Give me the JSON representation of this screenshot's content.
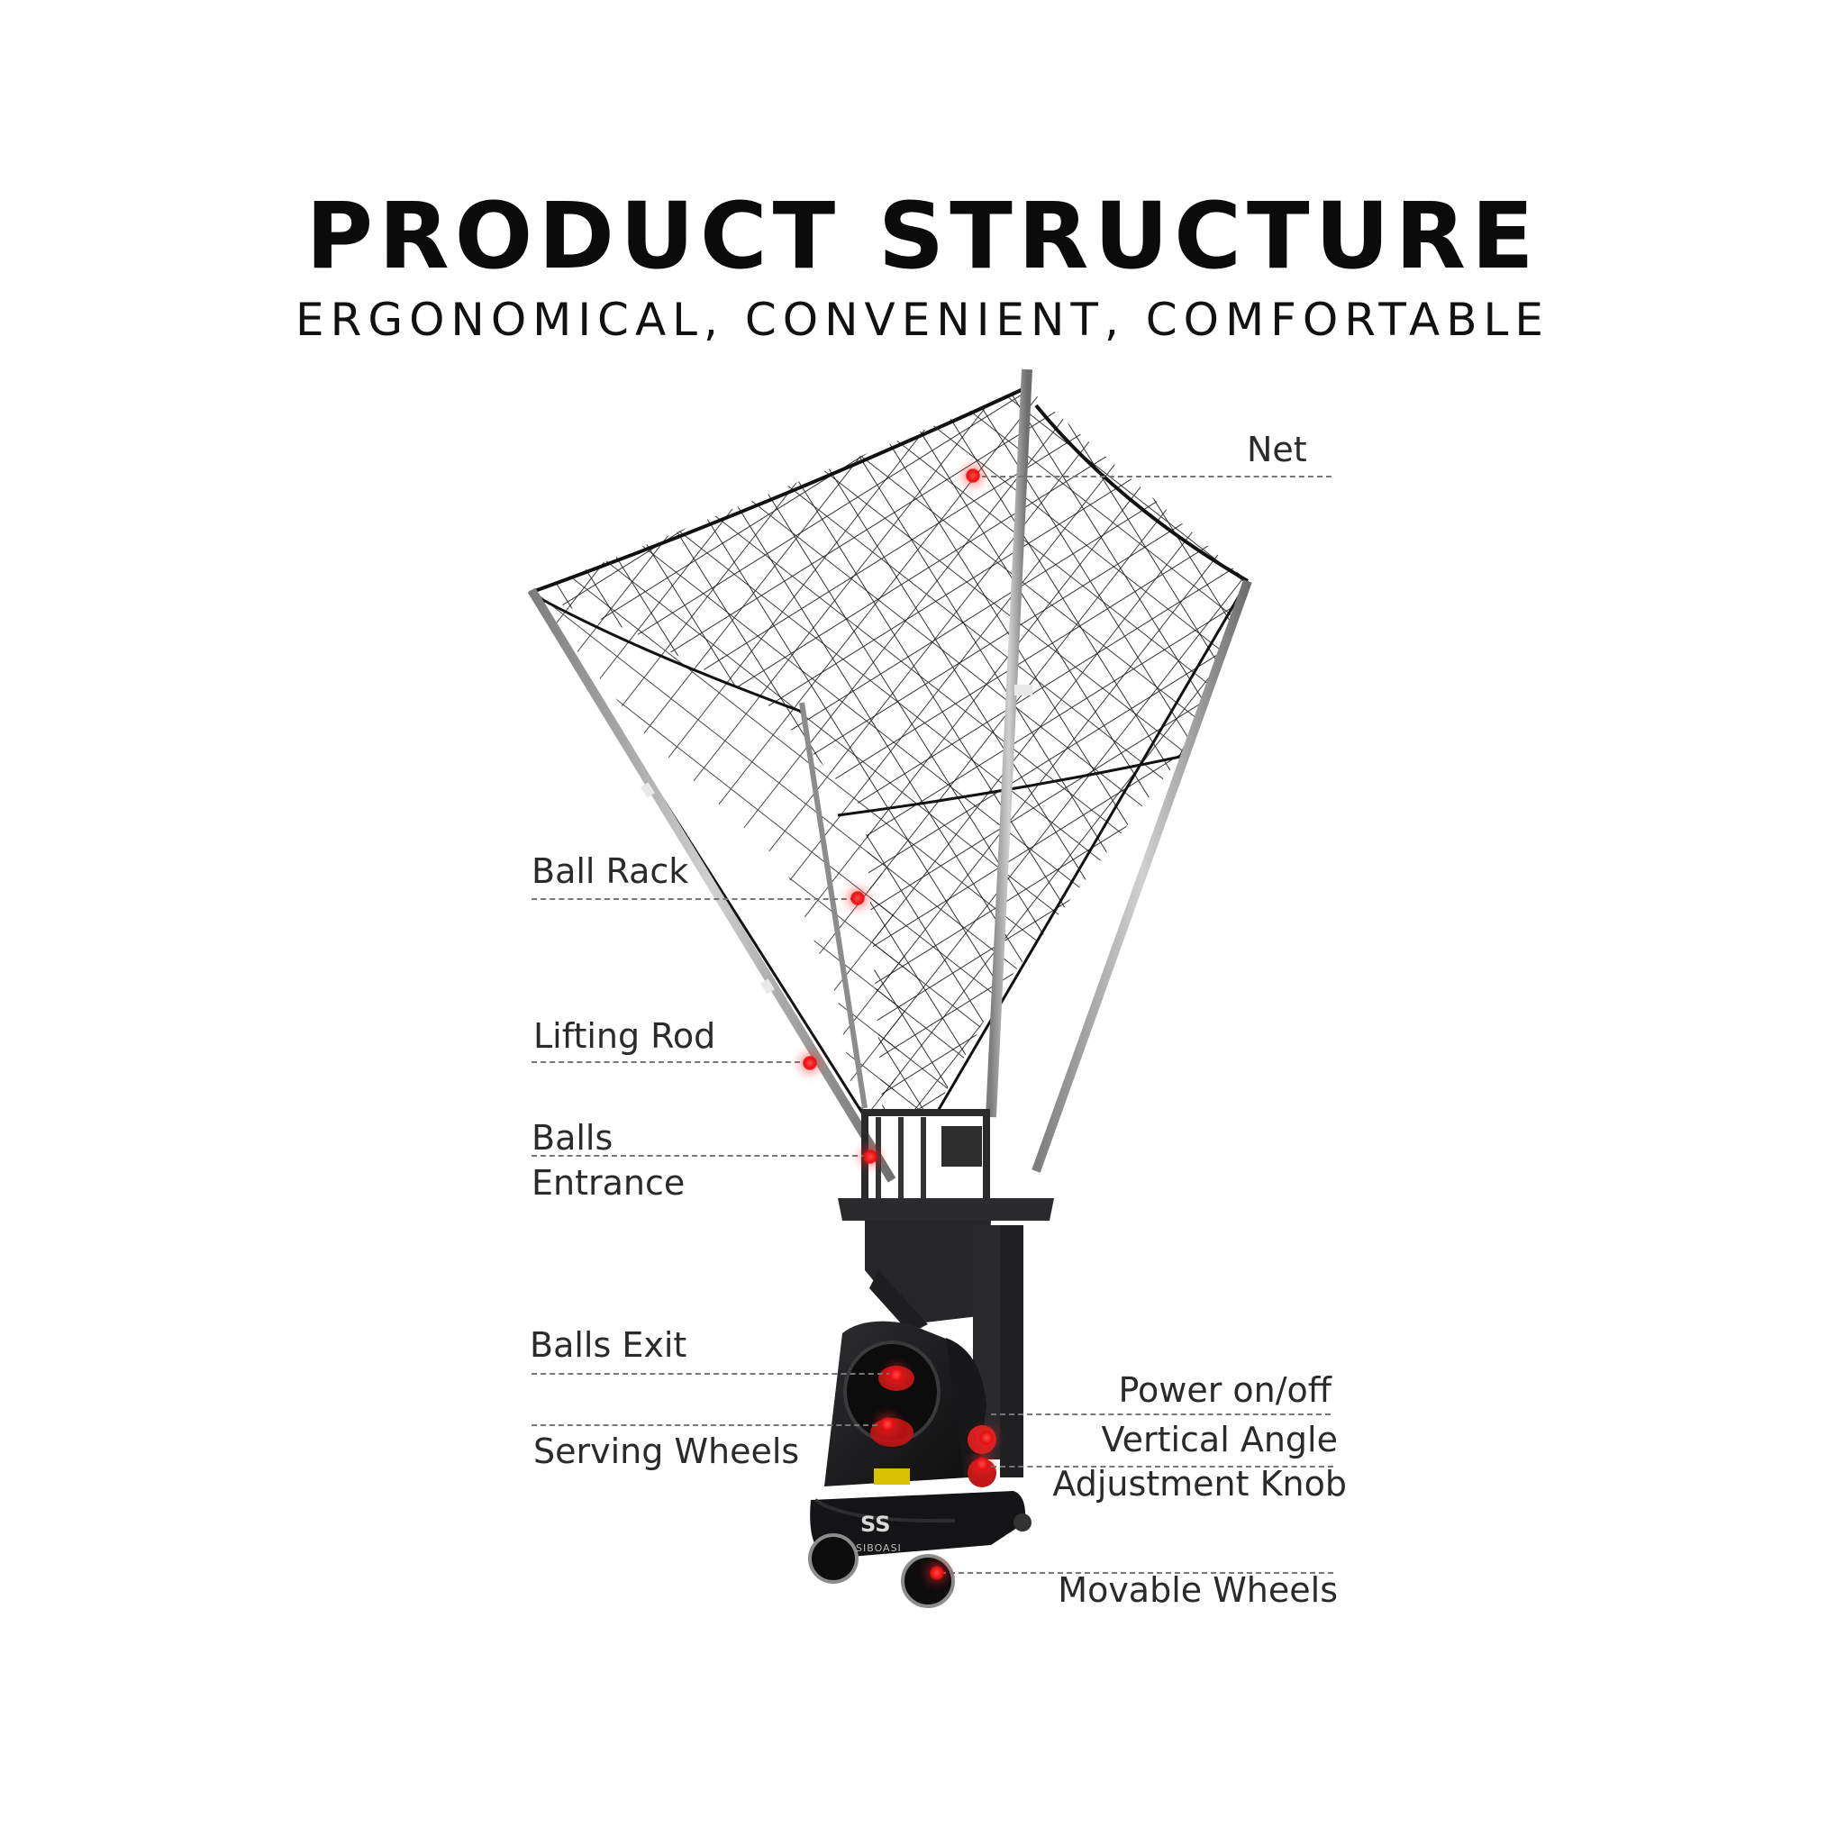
{
  "header": {
    "title": "PRODUCT STRUCTURE",
    "subtitle": "ERGONOMICAL, CONVENIENT, COMFORTABLE"
  },
  "machine": {
    "logo_text": "SS",
    "brand_text": "SIBOASI"
  },
  "labels": {
    "net": "Net",
    "ball_rack": "Ball Rack",
    "lifting_rod": "Lifting Rod",
    "balls_entrance_line1": "Balls",
    "balls_entrance_line2": "Entrance",
    "balls_exit": "Balls Exit",
    "serving_wheels": "Serving Wheels",
    "power": "Power on/off",
    "vertical_angle_line1": "Vertical  Angle",
    "vertical_angle_line2": "Adjustment Knob",
    "movable_wheels": "Movable Wheels"
  },
  "colors": {
    "marker": "#e81010",
    "machine_body": "#1c1c1e",
    "net": "#1a1a1a",
    "pole": "#9a9a9a",
    "leader": "#777777"
  }
}
